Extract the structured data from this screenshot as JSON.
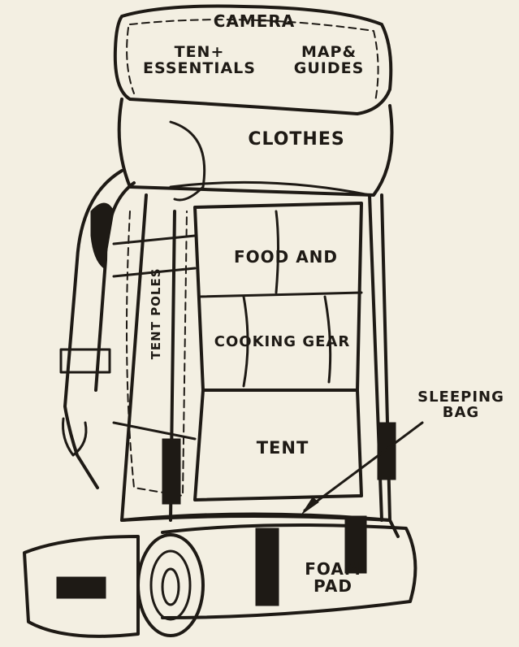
{
  "labels": {
    "camera": "CAMERA",
    "ten_essentials": "TEN+\nESSENTIALS",
    "map_guides": "MAP&\nGUIDES",
    "clothes": "CLOTHES",
    "food_and": "FOOD AND",
    "cooking_gear": "COOKING GEAR",
    "tent_poles": "TENT POLES",
    "tent": "TENT",
    "sleeping_bag": "SLEEPING\nBAG",
    "foam_pad": "FOAM\nPAD"
  },
  "colors": {
    "paper": "#f3efe2",
    "ink": "#1e1a15"
  }
}
